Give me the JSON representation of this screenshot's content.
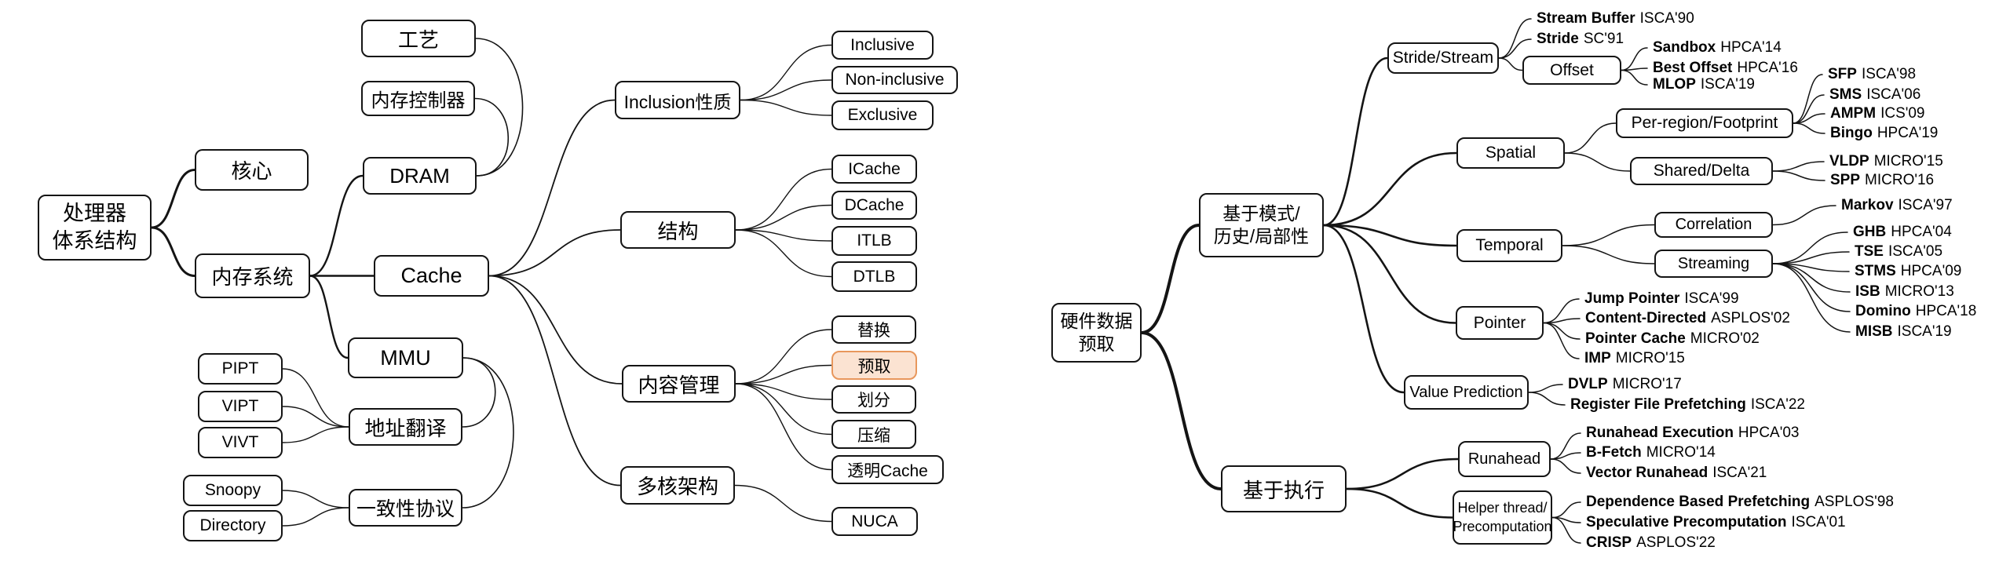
{
  "left_map": {
    "root": {
      "line1": "处理器",
      "line2": "体系结构"
    },
    "nodes": {
      "core": "核心",
      "memory_system": "内存系统",
      "process_tech": "工艺",
      "memory_controller": "内存控制器",
      "dram": "DRAM",
      "cache": "Cache",
      "mmu": "MMU",
      "pipt": "PIPT",
      "vipt": "VIPT",
      "vivt": "VIVT",
      "address_translation": "地址翻译",
      "snoopy": "Snoopy",
      "directory": "Directory",
      "coherence_protocol": "一致性协议",
      "inclusion_property": "Inclusion性质",
      "inclusive": "Inclusive",
      "non_inclusive": "Non-inclusive",
      "exclusive": "Exclusive",
      "structure": "结构",
      "icache": "ICache",
      "dcache": "DCache",
      "itlb": "ITLB",
      "dtlb": "DTLB",
      "content_management": "内容管理",
      "replacement": "替换",
      "prefetch": "预取",
      "partition": "划分",
      "compression": "压缩",
      "transparent_cache": "透明Cache",
      "multicore_arch": "多核架构",
      "nuca": "NUCA"
    },
    "highlight": {
      "label": "预取",
      "fill": "#fbe3d2",
      "border": "#e8975c"
    }
  },
  "right_map": {
    "root": {
      "line1": "硬件数据",
      "line2": "预取"
    },
    "nodes": {
      "pattern": {
        "line1": "基于模式/",
        "line2": "历史/局部性"
      },
      "execution_based": "基于执行",
      "stride_stream": "Stride/Stream",
      "offset": "Offset",
      "spatial": "Spatial",
      "per_region_footprint": "Per-region/Footprint",
      "shared_delta": "Shared/Delta",
      "temporal": "Temporal",
      "correlation": "Correlation",
      "streaming": "Streaming",
      "pointer": "Pointer",
      "value_prediction": "Value Prediction",
      "runahead": "Runahead",
      "helper": {
        "line1": "Helper thread/",
        "line2": "Precomputation"
      }
    },
    "papers": {
      "stream_buffer": {
        "name": "Stream Buffer",
        "venue": "ISCA'90"
      },
      "stride": {
        "name": "Stride",
        "venue": "SC'91"
      },
      "sandbox": {
        "name": "Sandbox",
        "venue": "HPCA'14"
      },
      "best_offset": {
        "name": "Best Offset",
        "venue": "HPCA'16"
      },
      "mlop": {
        "name": "MLOP",
        "venue": "ISCA'19"
      },
      "sfp": {
        "name": "SFP",
        "venue": "ISCA'98"
      },
      "sms": {
        "name": "SMS",
        "venue": "ISCA'06"
      },
      "ampm": {
        "name": "AMPM",
        "venue": "ICS'09"
      },
      "bingo": {
        "name": "Bingo",
        "venue": "HPCA'19"
      },
      "vldp": {
        "name": "VLDP",
        "venue": "MICRO'15"
      },
      "spp": {
        "name": "SPP",
        "venue": "MICRO'16"
      },
      "markov": {
        "name": "Markov",
        "venue": "ISCA'97"
      },
      "ghb": {
        "name": "GHB",
        "venue": "HPCA'04"
      },
      "tse": {
        "name": "TSE",
        "venue": "ISCA'05"
      },
      "stms": {
        "name": "STMS",
        "venue": "HPCA'09"
      },
      "isb": {
        "name": "ISB",
        "venue": "MICRO'13"
      },
      "domino": {
        "name": "Domino",
        "venue": "HPCA'18"
      },
      "misb": {
        "name": "MISB",
        "venue": "ISCA'19"
      },
      "jump_pointer": {
        "name": "Jump Pointer",
        "venue": "ISCA'99"
      },
      "content_directed": {
        "name": "Content-Directed",
        "venue": "ASPLOS'02"
      },
      "pointer_cache": {
        "name": "Pointer Cache",
        "venue": "MICRO'02"
      },
      "imp": {
        "name": "IMP",
        "venue": "MICRO'15"
      },
      "dvlp": {
        "name": "DVLP",
        "venue": "MICRO'17"
      },
      "register_file_prefetching": {
        "name": "Register File Prefetching",
        "venue": "ISCA'22"
      },
      "runahead_execution": {
        "name": "Runahead Execution",
        "venue": "HPCA'03"
      },
      "b_fetch": {
        "name": "B-Fetch",
        "venue": "MICRO'14"
      },
      "vector_runahead": {
        "name": "Vector Runahead",
        "venue": "ISCA'21"
      },
      "dependence_based_prefetching": {
        "name": "Dependence Based Prefetching",
        "venue": "ASPLOS'98"
      },
      "speculative_precomputation": {
        "name": "Speculative Precomputation",
        "venue": "ISCA'01"
      },
      "crisp": {
        "name": "CRISP",
        "venue": "ASPLOS'22"
      }
    }
  }
}
